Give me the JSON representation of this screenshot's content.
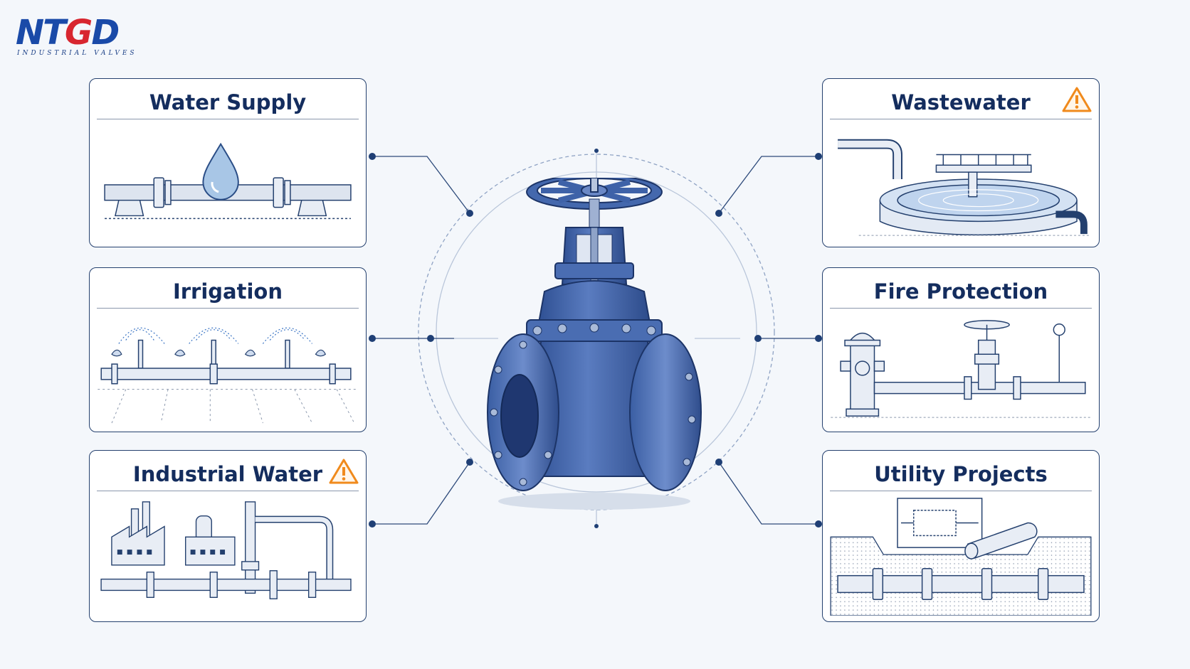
{
  "logo": {
    "main_left": "NT",
    "main_mid": "G",
    "main_right": "D",
    "subtitle": "INDUSTRIAL VALVES"
  },
  "cards": {
    "water_supply": {
      "title": "Water Supply"
    },
    "irrigation": {
      "title": "Irrigation"
    },
    "industrial_water": {
      "title": "Industrial Water",
      "warning": true
    },
    "wastewater": {
      "title": "Wastewater",
      "warning": true
    },
    "fire_protection": {
      "title": "Fire Protection"
    },
    "utility_projects": {
      "title": "Utility Projects"
    }
  },
  "colors": {
    "border": "#24406e",
    "title": "#142d5e",
    "valve": "#3f63a8",
    "valve_dark": "#25427d",
    "warning": "#f08a1c",
    "logo_blue": "#1a4aa8",
    "logo_red": "#d8262f"
  }
}
